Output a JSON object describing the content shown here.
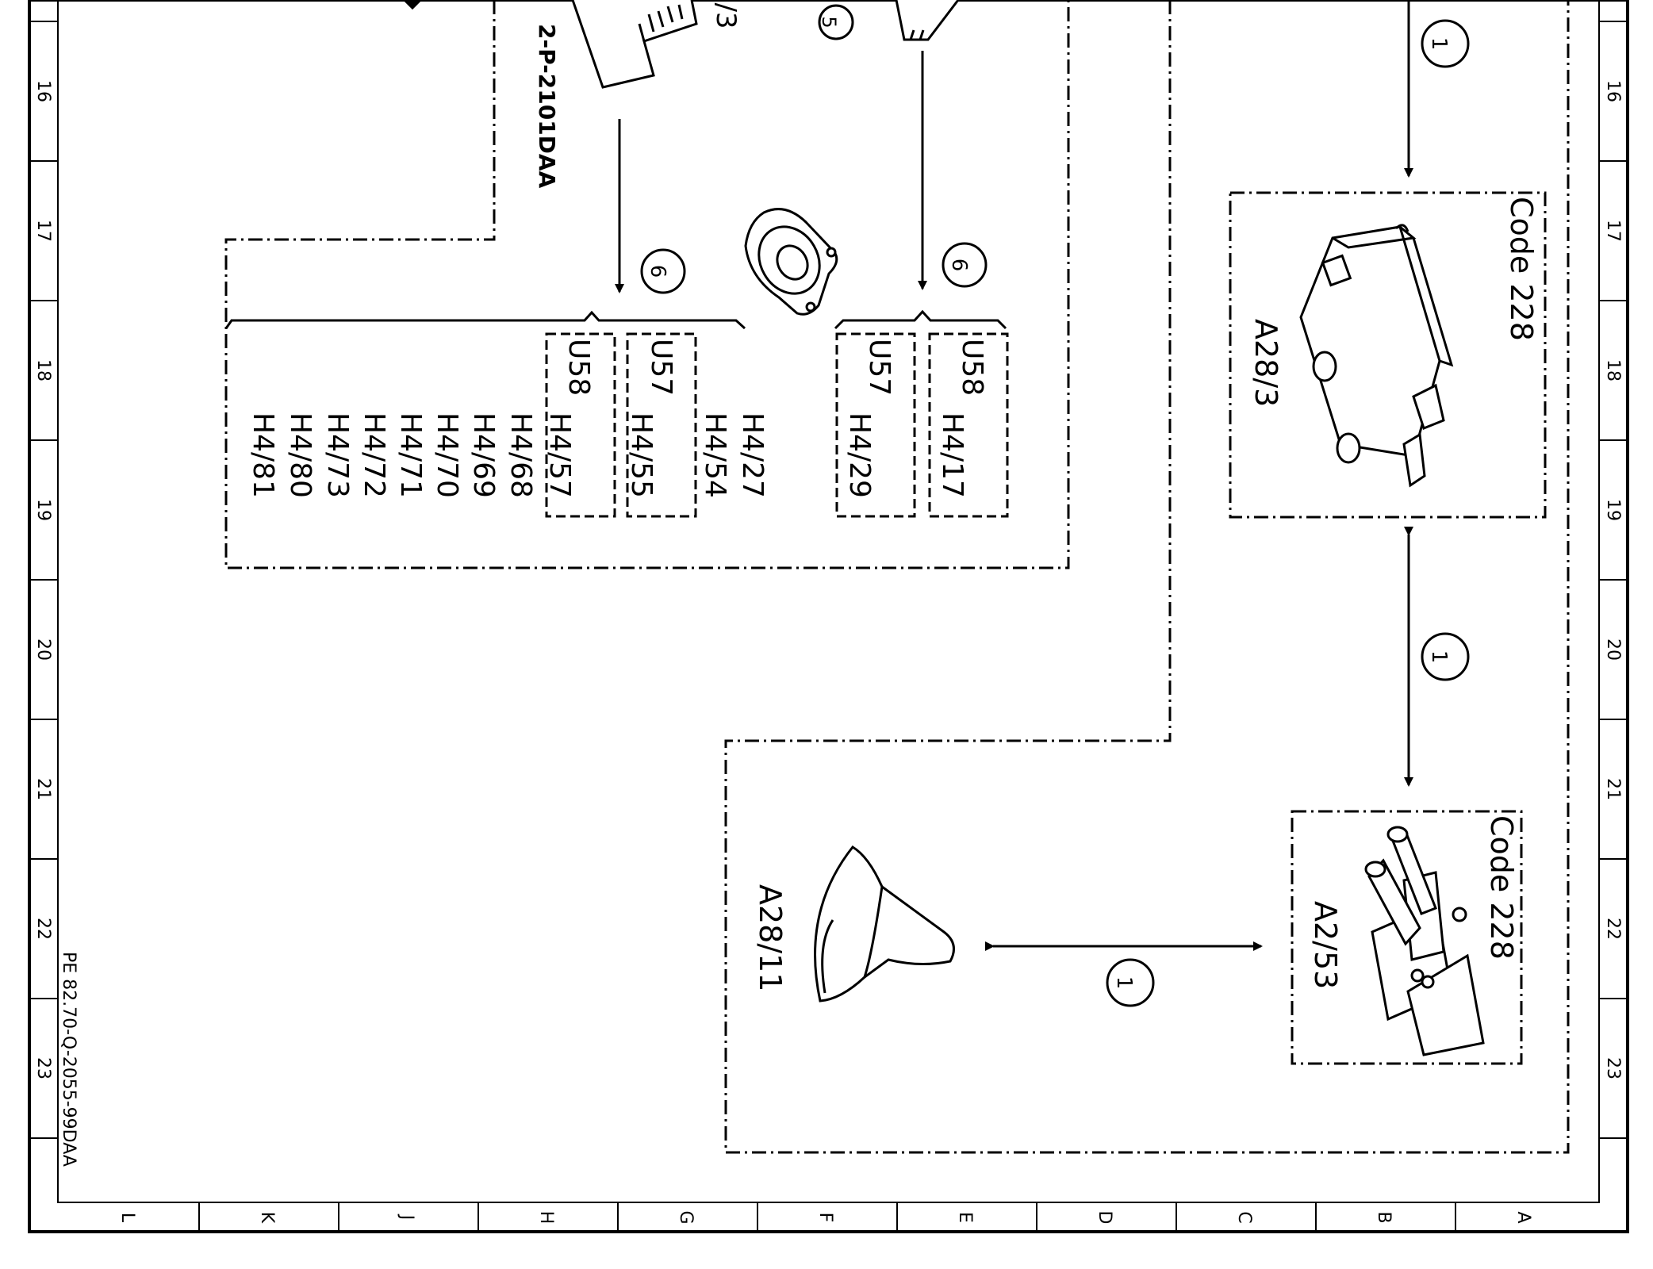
{
  "frame": {
    "row_numbers": [
      "16",
      "17",
      "18",
      "19",
      "20",
      "21",
      "22",
      "23"
    ],
    "column_letters": [
      "L",
      "K",
      "J",
      "H",
      "G",
      "F",
      "E",
      "D",
      "C",
      "B",
      "A"
    ],
    "drawing_number": "PE 82.70-Q-2055-99DAA"
  },
  "top_left_block": {
    "fragment_label": "/3",
    "reference_label": "2-P-2101DAA",
    "callout_five": "5",
    "callout_six_left": "6",
    "callout_six_right": "6"
  },
  "fuse_groups": {
    "left": {
      "boxes": [
        {
          "unit": "U58",
          "fuse": "H4/57"
        },
        {
          "unit": "U57",
          "fuse": "H4/55"
        }
      ],
      "extra_fuses": [
        "H4/27",
        "H4/54",
        "H4/68",
        "H4/69",
        "H4/70",
        "H4/71",
        "H4/72",
        "H4/73",
        "H4/80",
        "H4/81"
      ]
    },
    "right": {
      "boxes": [
        {
          "unit": "U57",
          "fuse": "H4/29"
        },
        {
          "unit": "U58",
          "fuse": "H4/17"
        }
      ]
    }
  },
  "components": {
    "switch_box": {
      "code": "Code 228",
      "label": "A28/3"
    },
    "valve_box": {
      "code": "Code 228",
      "label": "A2/53"
    },
    "horn": {
      "label": "A28/11"
    }
  },
  "callouts": {
    "top_one": "1",
    "middle_one": "1",
    "bottom_one": "1"
  }
}
